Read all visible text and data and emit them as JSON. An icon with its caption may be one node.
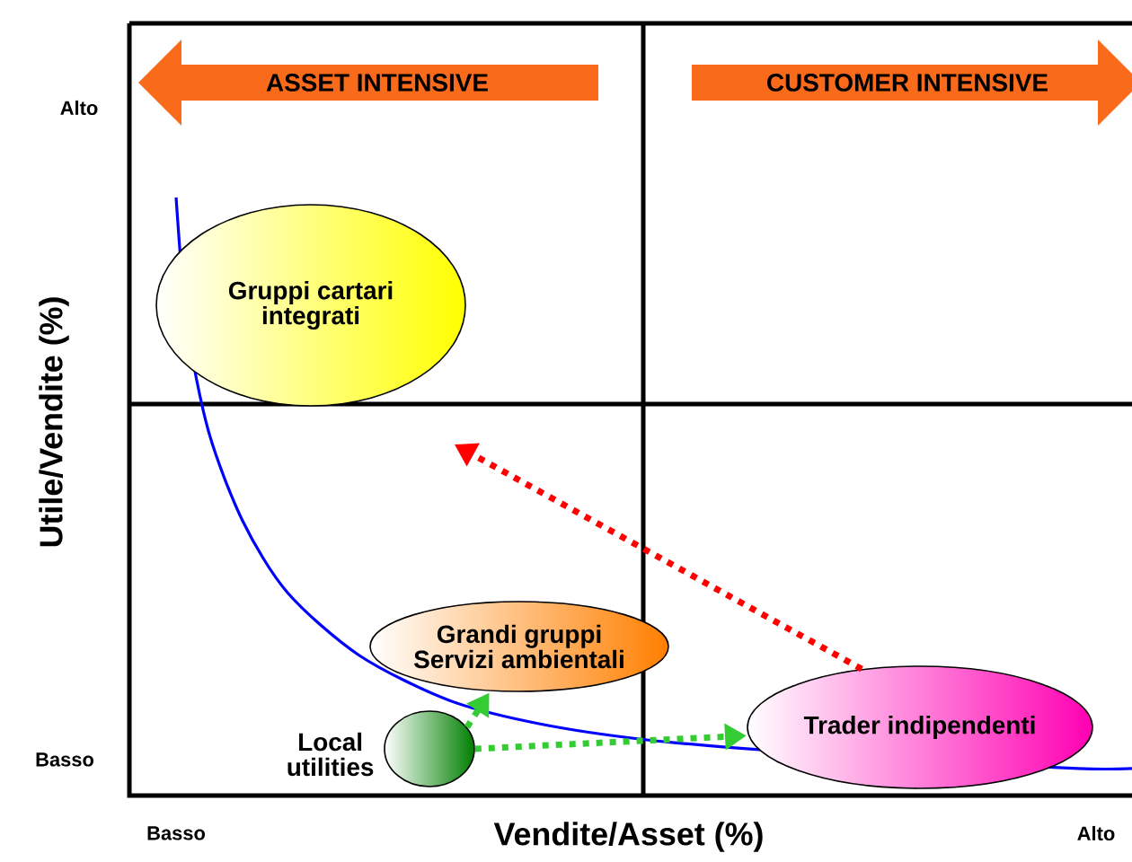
{
  "diagram": {
    "nodes": [
      {
        "text": [
          "ASSET INTENSIVE"
        ]
      },
      {
        "text": [
          "CUSTOMER INTENSIVE"
        ]
      },
      {
        "text": [
          "Gruppi cartari integrati"
        ]
      },
      {
        "text": [
          "Grandi gruppi Servizi ambientali"
        ]
      },
      {
        "text": [],
        "shape": "ellipse",
        "beside": [
          "Local utilities"
        ]
      },
      {
        "text": [
          "Trader indipendenti"
        ]
      }
    ],
    "edges": [
      {
        "from": 4,
        "to": 3,
        "arrow": "to",
        "style": "dashed",
        "color": "#33cc33"
      },
      {
        "from": 4,
        "to": 5,
        "arrow": "to",
        "style": "dashed",
        "color": "#33cc33"
      },
      {
        "from": 5,
        "to": null,
        "arrow": "to",
        "style": "dashed",
        "color": "#ff0000"
      }
    ],
    "labels": [
      "Alto",
      "Utile/Vendite (%)",
      "Basso",
      "Basso",
      "Vendite/Asset (%)",
      "Alto"
    ]
  }
}
